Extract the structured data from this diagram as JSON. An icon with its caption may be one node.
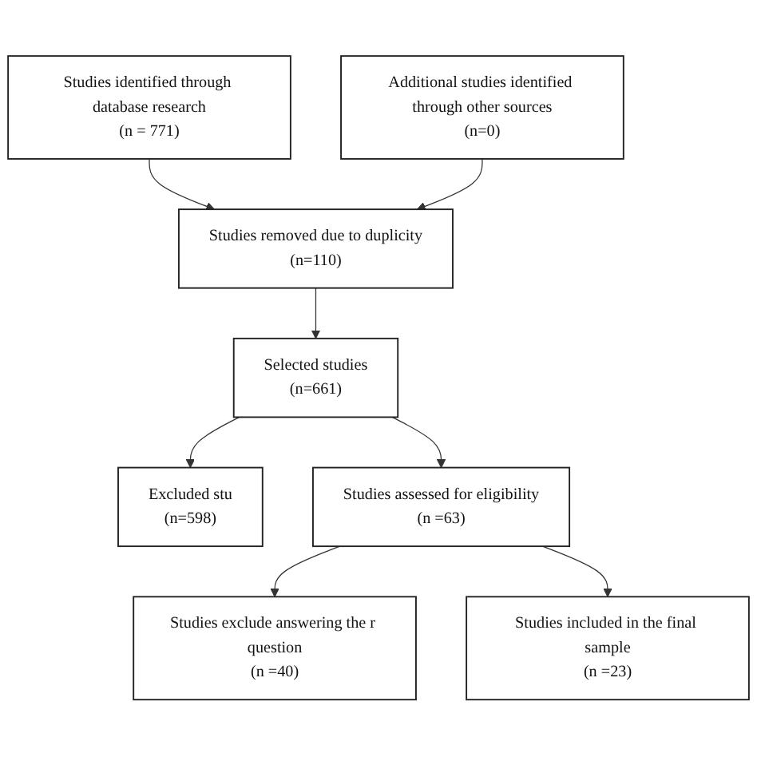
{
  "diagram": {
    "nodes": [
      {
        "text": [
          "Studies identified through database research",
          "(n = 771)"
        ]
      },
      {
        "text": [
          "Additional studies identified through other sources",
          "(n=0)"
        ]
      },
      {
        "text": [
          "Studies removed due to duplicity",
          "(n=110)"
        ]
      },
      {
        "text": [
          "Selected studies",
          "(n=661)"
        ]
      },
      {
        "text": [
          "Excluded stu",
          "(n=598)"
        ]
      },
      {
        "text": [
          "Studies assessed for eligibility",
          "(n =63)"
        ]
      },
      {
        "text": [
          "Studies exclude answering the r question",
          "(n =40)"
        ]
      },
      {
        "text": [
          "Studies included in the final sample",
          "(n =23)"
        ]
      }
    ],
    "edges": [
      {
        "from": 0,
        "to": 2,
        "arrow": "to"
      },
      {
        "from": 1,
        "to": 2,
        "arrow": "to"
      },
      {
        "from": 2,
        "to": 3,
        "arrow": "to"
      },
      {
        "from": 3,
        "to": 4,
        "arrow": "to"
      },
      {
        "from": 3,
        "to": 5,
        "arrow": "to"
      },
      {
        "from": 5,
        "to": 6,
        "arrow": "to"
      },
      {
        "from": 5,
        "to": 7,
        "arrow": "to"
      }
    ]
  }
}
